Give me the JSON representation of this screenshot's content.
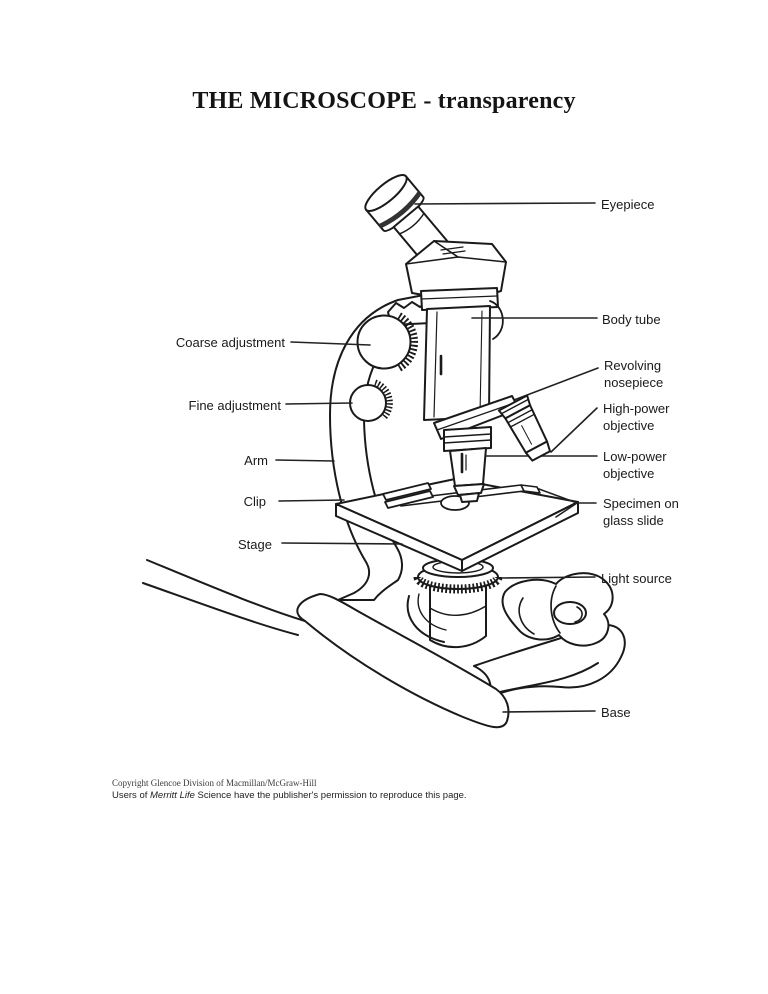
{
  "title": "THE MICROSCOPE - transparency",
  "labels": {
    "coarse_adjustment": "Coarse adjustment",
    "fine_adjustment": "Fine adjustment",
    "arm": "Arm",
    "clip": "Clip",
    "stage": "Stage",
    "eyepiece": "Eyepiece",
    "body_tube": "Body tube",
    "revolving_nosepiece": [
      "Revolving",
      "nosepiece"
    ],
    "high_power_objective": [
      "High-power",
      "objective"
    ],
    "low_power_objective": [
      "Low-power",
      "objective"
    ],
    "specimen_on_glass_slide": [
      "Specimen on",
      "glass slide"
    ],
    "light_source": "Light source",
    "base": "Base"
  },
  "footer": {
    "copyright": "Copyright Glencoe Division of Macmillan/McGraw-Hill",
    "permission_prefix": "Users of ",
    "permission_book": "Merritt Life",
    "permission_suffix": " Science have the publisher's permission to reproduce this page."
  },
  "ink_color": "#1a1a1a",
  "paper_color": "#ffffff"
}
